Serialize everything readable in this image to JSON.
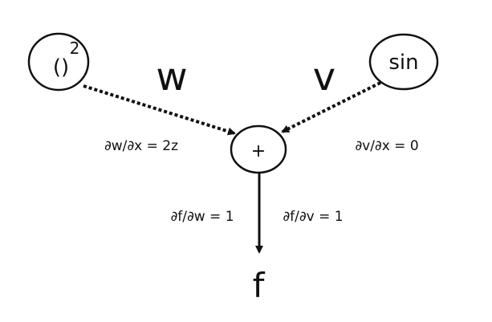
{
  "nodes": {
    "square": {
      "base": "()",
      "exponent": "2"
    },
    "sin": {
      "label": "sin"
    },
    "plus": {
      "label": "+"
    },
    "output": {
      "label": "f"
    }
  },
  "edges": {
    "w": {
      "label": "w",
      "derivative": "∂w/∂x = 2z"
    },
    "v": {
      "label": "v",
      "derivative": "∂v/∂x = 0"
    },
    "f_w": {
      "derivative": "∂f/∂w = 1"
    },
    "f_v": {
      "derivative": "∂f/∂v = 1"
    }
  }
}
